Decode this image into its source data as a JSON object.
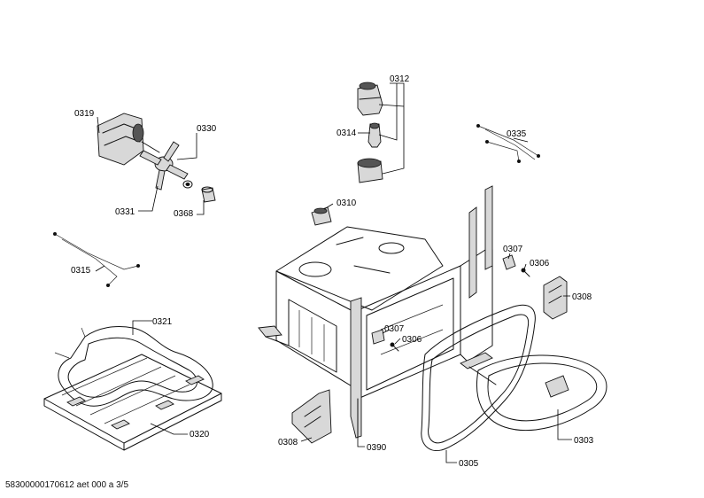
{
  "labels": {
    "p0312": "0312",
    "p0319": "0319",
    "p0330": "0330",
    "p0314": "0314",
    "p0335": "0335",
    "p0331": "0331",
    "p0368": "0368",
    "p0310": "0310",
    "p0315": "0315",
    "p0307a": "0307",
    "p0306a": "0306",
    "p0308a": "0308",
    "p0321": "0321",
    "p0307b": "0307",
    "p0306b": "0306",
    "p0320": "0320",
    "p0308b": "0308",
    "p0390": "0390",
    "p0303": "0303",
    "p0305": "0305"
  },
  "footer": "58300000170612 aet 000 a 3/5"
}
